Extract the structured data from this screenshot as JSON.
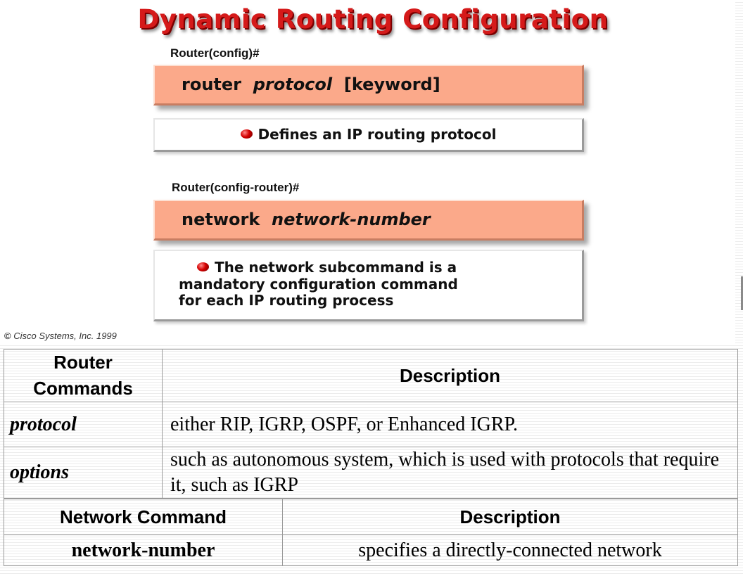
{
  "figure": {
    "title": "Dynamic Routing Configuration",
    "section1": {
      "prompt": "Router(config)#",
      "command_keyword": "router",
      "command_param": "protocol",
      "command_option": "[keyword]",
      "description": "Defines an IP routing protocol"
    },
    "section2": {
      "prompt": "Router(config-router)#",
      "command_keyword": "network",
      "command_param": "network-number",
      "description_lines": [
        "The network subcommand is a",
        "mandatory configuration command",
        "for each IP routing process"
      ]
    },
    "copyright_symbol": "©",
    "copyright": "Cisco Systems, Inc. 1999",
    "bullet_color": "#d40000",
    "command_box_color": "#fba98a",
    "title_color": "#d51a1a"
  },
  "router_table": {
    "headers": [
      "Router Commands",
      "Description"
    ],
    "rows": [
      {
        "command": "protocol",
        "description": "either RIP, IGRP, OSPF, or Enhanced IGRP."
      },
      {
        "command": "options",
        "description": "such as autonomous system, which is used with protocols that require it, such as IGRP"
      }
    ]
  },
  "network_table": {
    "headers": [
      "Network Command",
      "Description"
    ],
    "rows": [
      {
        "command": "network-number",
        "description": "specifies a directly-connected network"
      }
    ]
  }
}
